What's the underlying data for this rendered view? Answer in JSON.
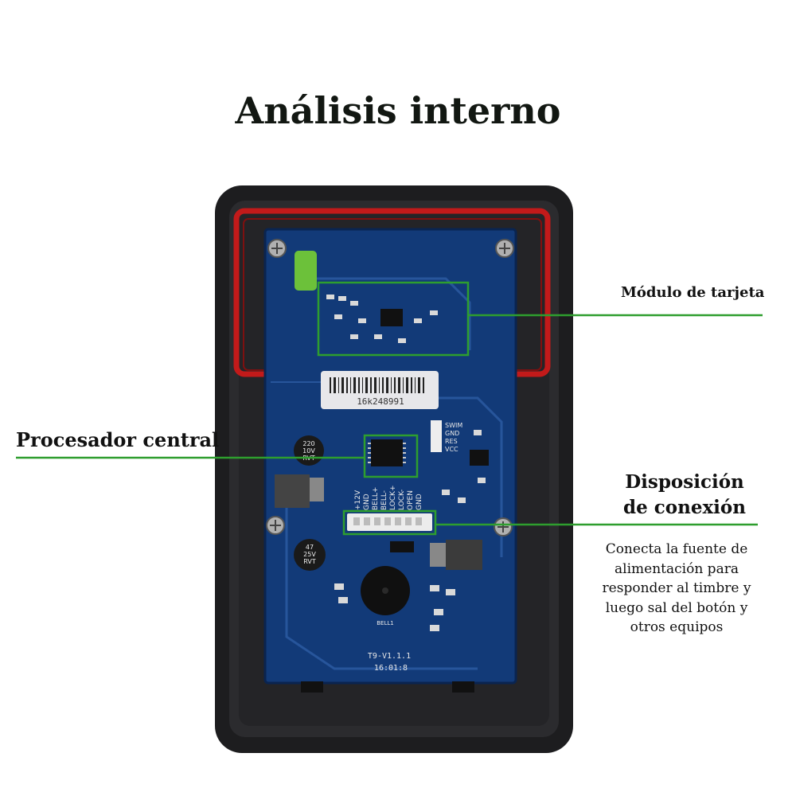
{
  "title": "Análisis interno",
  "labels": {
    "card_module": "Módulo de tarjeta",
    "cpu": "Procesador central",
    "connection_line1": "Disposición",
    "connection_line2": "de conexión"
  },
  "description": {
    "line1": "Conecta la fuente de",
    "line2": "alimentación para",
    "line3": "responder al timbre y",
    "line4": "luego sal del botón y",
    "line5": "otros equipos"
  },
  "board": {
    "barcode_text": "16k248991",
    "version": "T9-V1.1.1",
    "date_code": "16:01:8",
    "terminal_pins": [
      "+12V",
      "GND",
      "BELL+",
      "BELL-",
      "LOCK+",
      "LOCK-",
      "OPEN",
      "GND"
    ],
    "header_pins": [
      "SWIM",
      "GND",
      "RES",
      "VCC"
    ],
    "cap_large": [
      "47",
      "25V",
      "RVT"
    ],
    "cap_small": [
      "220",
      "10V",
      "RVT"
    ],
    "buzzer_label": "BELL1"
  },
  "colors": {
    "callout_line": "#2e9e2e",
    "pcb": "#123a78",
    "case": "#1d1d1f",
    "coil": "#c21a1a"
  }
}
